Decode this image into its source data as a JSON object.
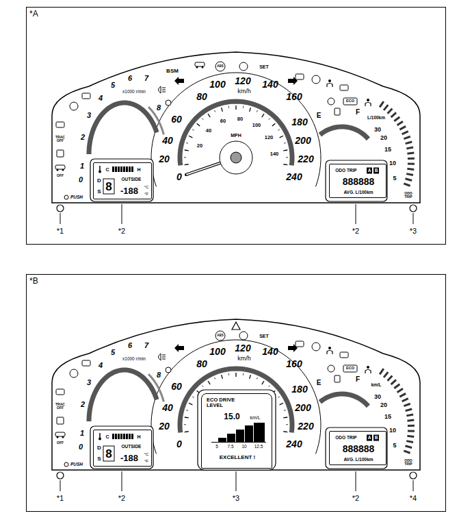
{
  "diagram": {
    "nodes": [
      {
        "text": [
          "*A"
        ]
      },
      {
        "text": [
          "C",
          "H",
          "D",
          "S",
          "8",
          "OUTSIDE",
          "-188",
          "°C",
          "°F"
        ],
        "in": 0
      },
      {
        "text": [
          "ODO TRIP",
          "A",
          "B",
          "888888",
          "AVG. L/100km"
        ],
        "in": 0
      },
      {
        "text": [
          "*B"
        ]
      },
      {
        "text": [
          "C",
          "H",
          "D",
          "S",
          "8",
          "OUTSIDE",
          "-188",
          "°C",
          "°F"
        ],
        "in": 3
      },
      {
        "text": [
          "ECO DRIVE LEVEL",
          "15.0",
          "km/L",
          "5",
          "7.5",
          "10",
          "12.5",
          "EXCELLENT !"
        ],
        "in": 3
      },
      {
        "text": [
          "ODO TRIP",
          "A",
          "B",
          "888888",
          "AVG. L/100km"
        ],
        "in": 3
      }
    ],
    "labels": [
      "0",
      "1",
      "2",
      "3",
      "4",
      "5",
      "6",
      "7",
      "8",
      "x1000 r/min",
      "TRAC OFF",
      "OFF",
      "PUSH",
      "BSM",
      "ABS",
      "SET",
      "0",
      "20",
      "40",
      "60",
      "80",
      "100",
      "120",
      "140",
      "160",
      "180",
      "200",
      "220",
      "240",
      "km/h",
      "20",
      "40",
      "60",
      "80",
      "100",
      "120",
      "140",
      "MPH",
      "ECO",
      "E",
      "F",
      "L/100km",
      "30",
      "20",
      "15",
      "10",
      "5",
      "ODO TRIP",
      "*1",
      "*2",
      "*2",
      "*3",
      "0",
      "1",
      "2",
      "3",
      "4",
      "5",
      "6",
      "7",
      "8",
      "x1000 r/min",
      "TRAC OFF",
      "OFF",
      "PUSH",
      "ABS",
      "SET",
      "0",
      "20",
      "40",
      "60",
      "80",
      "100",
      "120",
      "140",
      "160",
      "180",
      "200",
      "220",
      "240",
      "km/h",
      "ECO",
      "E",
      "F",
      "km/L",
      "30",
      "20",
      "15",
      "10",
      "5",
      "ODO TRIP",
      "*1",
      "*2",
      "*3",
      "*2",
      "*4"
    ]
  }
}
